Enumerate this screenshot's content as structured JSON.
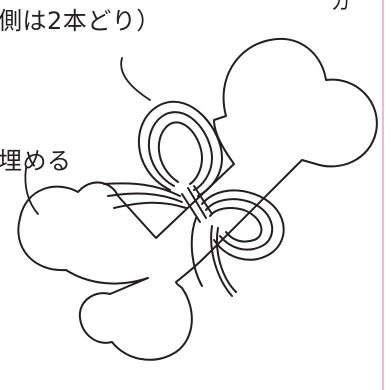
{
  "labels": {
    "top": "側は2本どり）",
    "left": "埋める",
    "corner": "ガ"
  },
  "colors": {
    "line": "#231f20",
    "page_edge": "#f0b8d4"
  },
  "icons": [
    "bone-shape-outline",
    "cord-knot"
  ]
}
